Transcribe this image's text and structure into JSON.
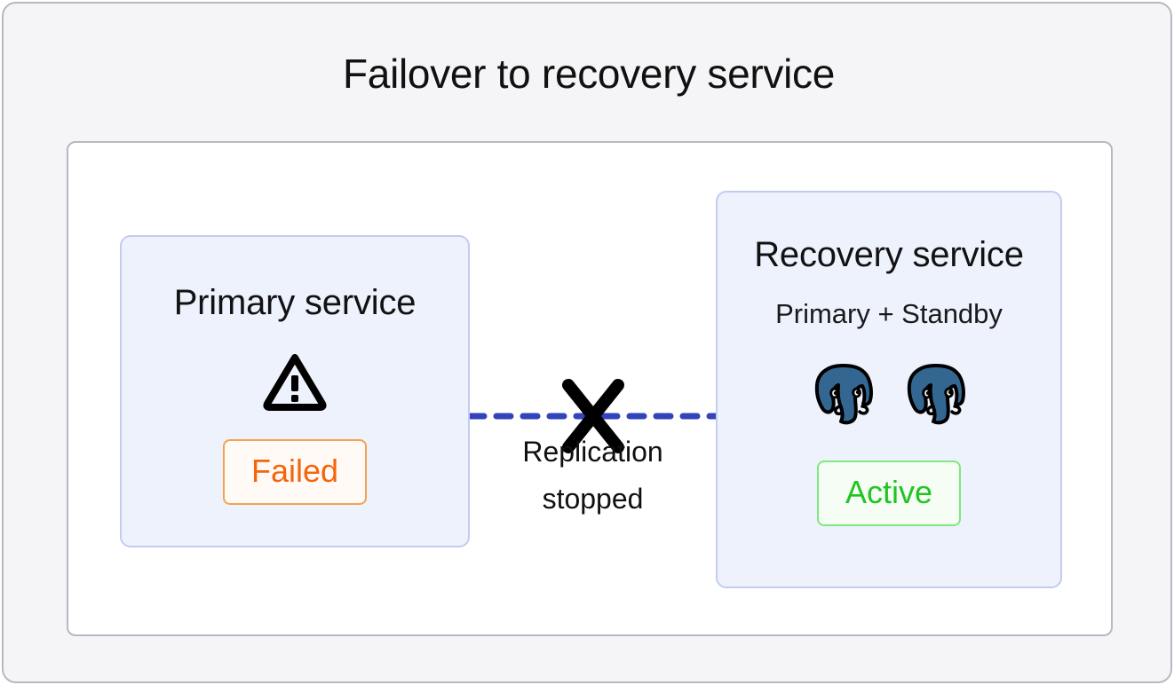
{
  "diagram": {
    "title": "Failover to recovery service",
    "colors": {
      "page_background": "#f5f5f7",
      "canvas_background": "#ffffff",
      "frame_border": "#b8b8c2",
      "box_fill": "#eef2fd",
      "box_border": "#c3ccef",
      "link_line": "#3344bb",
      "cross_mark": "#000000",
      "failed_text": "#f4650c",
      "failed_border": "#f3a24f",
      "active_text": "#22c422",
      "active_border": "#7fe87f",
      "postgres_logo": "#336791"
    }
  },
  "primary_service": {
    "heading": "Primary service",
    "status_icon": "warning-triangle-icon",
    "status_label": "Failed"
  },
  "recovery_service": {
    "heading": "Recovery service",
    "subheading": "Primary + Standby",
    "nodes": [
      {
        "icon": "postgresql-elephant-icon"
      },
      {
        "icon": "postgresql-elephant-icon"
      }
    ],
    "status_label": "Active"
  },
  "replication_link": {
    "style": "dashed",
    "broken_marker_icon": "cross-icon",
    "label_line1": "Replication",
    "label_line2": "stopped"
  }
}
